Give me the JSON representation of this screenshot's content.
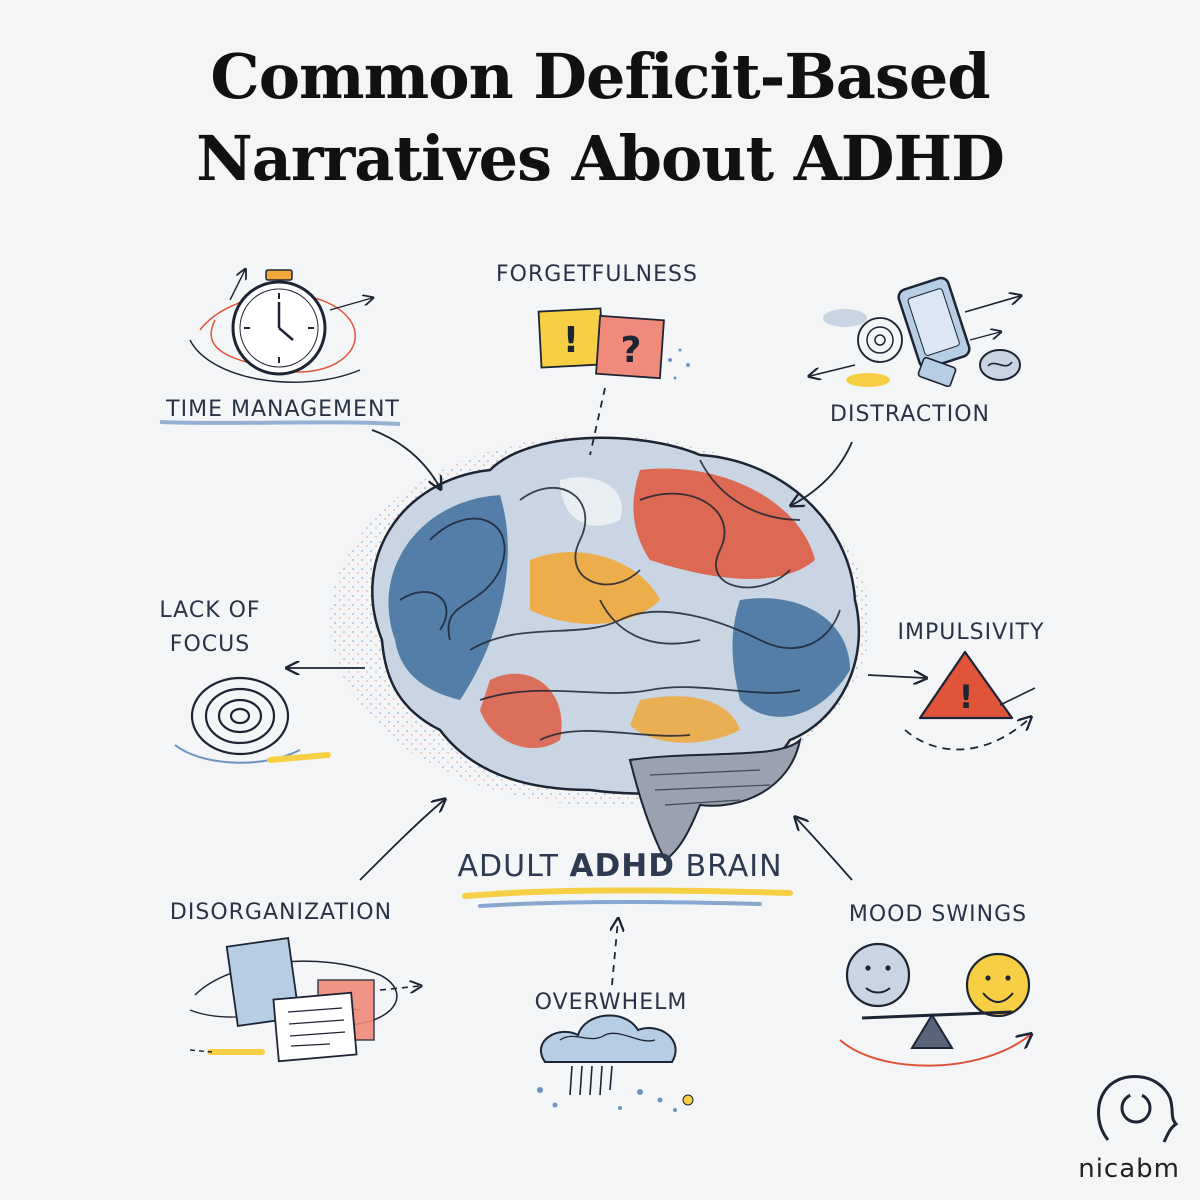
{
  "title": {
    "line1": "Common Deficit-Based",
    "line2": "Narratives About ADHD"
  },
  "center": {
    "prefix": "ADULT",
    "strong": "ADHD",
    "suffix": "BRAIN"
  },
  "labels": {
    "time_management": "TIME MANAGEMENT",
    "forgetfulness": "FORGETFULNESS",
    "distraction": "DISTRACTION",
    "lack_of_focus_1": "LACK OF",
    "lack_of_focus_2": "FOCUS",
    "impulsivity": "IMPULSIVITY",
    "disorganization": "DISORGANIZATION",
    "overwhelm": "OVERWHELM",
    "mood_swings": "MOOD SWINGS"
  },
  "note_symbols": {
    "exclaim": "!",
    "question": "?",
    "warning": "!"
  },
  "brand": "nicabm",
  "colors": {
    "blue": "#3e6f9c",
    "red": "#e0553a",
    "orange": "#f1a83a",
    "yellow": "#f6cf45",
    "ink": "#1d2433"
  }
}
